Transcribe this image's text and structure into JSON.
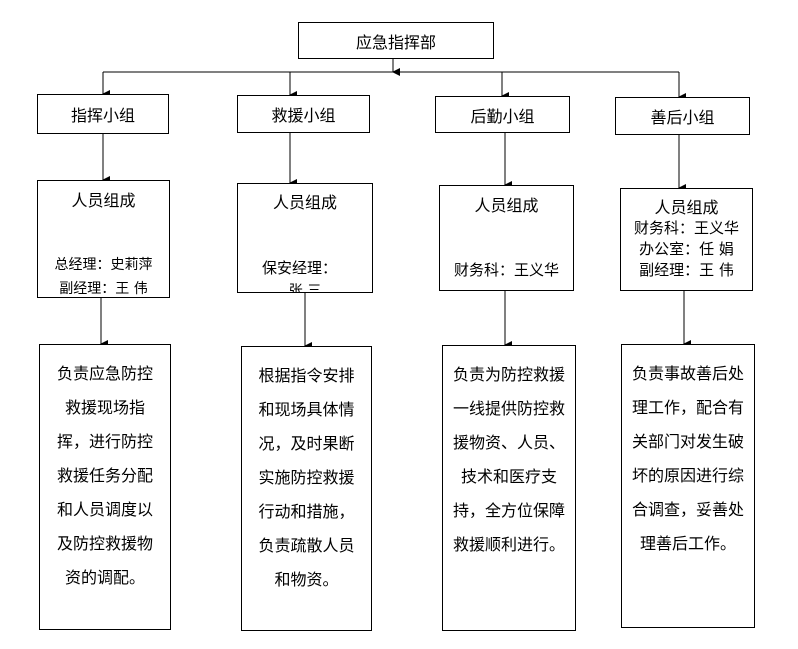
{
  "root": {
    "title": "应急指挥部"
  },
  "groups": [
    {
      "name": "指挥小组",
      "members_title": "人员组成",
      "members": [
        "总经理：史莉萍",
        "副经理：王  伟"
      ],
      "duty": "负责应急防控救援现场指挥，进行防控救援任务分配和人员调度以及防控救援物资的调配。"
    },
    {
      "name": "救援小组",
      "members_title": "人员组成",
      "members": [
        "保安经理：",
        "张  三"
      ],
      "duty": "根据指令安排和现场具体情况，及时果断实施防控救援行动和措施，负责疏散人员和物资。"
    },
    {
      "name": "后勤小组",
      "members_title": "人员组成",
      "members": [
        "财务科：王义华"
      ],
      "duty": "负责为防控救援一线提供防控救援物资、人员、技术和医疗支持，全方位保障救援顺利进行。"
    },
    {
      "name": "善后小组",
      "members_title": "人员组成",
      "members": [
        "财务科：王义华",
        "办公室：任  娟",
        "副经理：王  伟"
      ],
      "duty": "负责事故善后处理工作，配合有关部门对发生破坏的原因进行综合调查，妥善处理善后工作。"
    }
  ]
}
